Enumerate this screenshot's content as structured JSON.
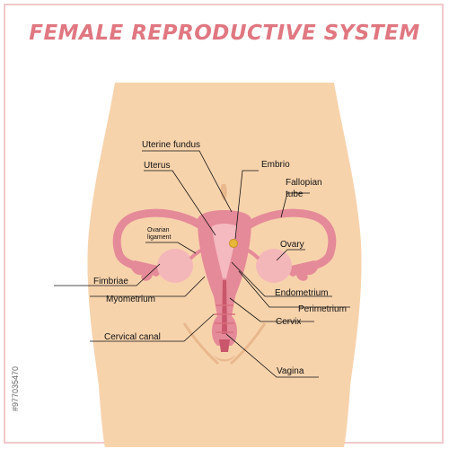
{
  "title": "FEMALE REPRODUCTIVE SYSTEM",
  "stock_id": "#977035470",
  "colors": {
    "title": "#e07781",
    "skin": "#f7d3ac",
    "organ": "#e58a98",
    "organ_dark": "#c9566b",
    "ovary": "#f4b7b9",
    "frame": "#f2c9cc"
  },
  "labels": {
    "uterine_fundus": "Uterine fundus",
    "uterus": "Uterus",
    "embrio": "Embrio",
    "fallopian_tube_1": "Fallopian",
    "fallopian_tube_2": "tube",
    "ovarian_ligament_1": "Ovarian",
    "ovarian_ligament_2": "ligament",
    "ovary": "Ovary",
    "fimbriae": "Fimbriae",
    "endometrium": "Endometrium",
    "myometrium": "Myometrium",
    "perimetrium": "Perimetrium",
    "cervix": "Cervix",
    "cervical_canal": "Cervical canal",
    "vagina": "Vagina"
  }
}
